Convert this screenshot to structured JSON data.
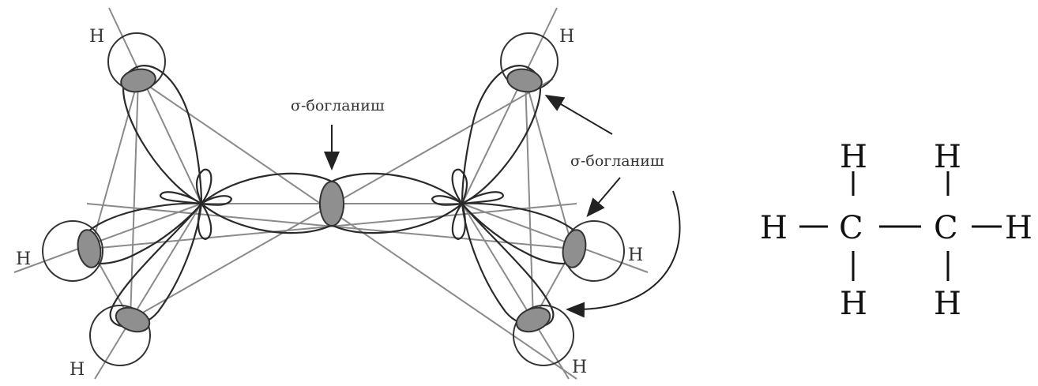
{
  "diagram": {
    "sigma_label_center": "σ-богланиш",
    "sigma_label_right": "σ-богланиш",
    "hydrogen_labels": [
      "H",
      "H",
      "H",
      "H",
      "H",
      "H"
    ]
  },
  "formula": {
    "carbon": [
      "C",
      "C"
    ],
    "hydrogens": [
      "H",
      "H",
      "H",
      "H",
      "H",
      "H"
    ]
  }
}
